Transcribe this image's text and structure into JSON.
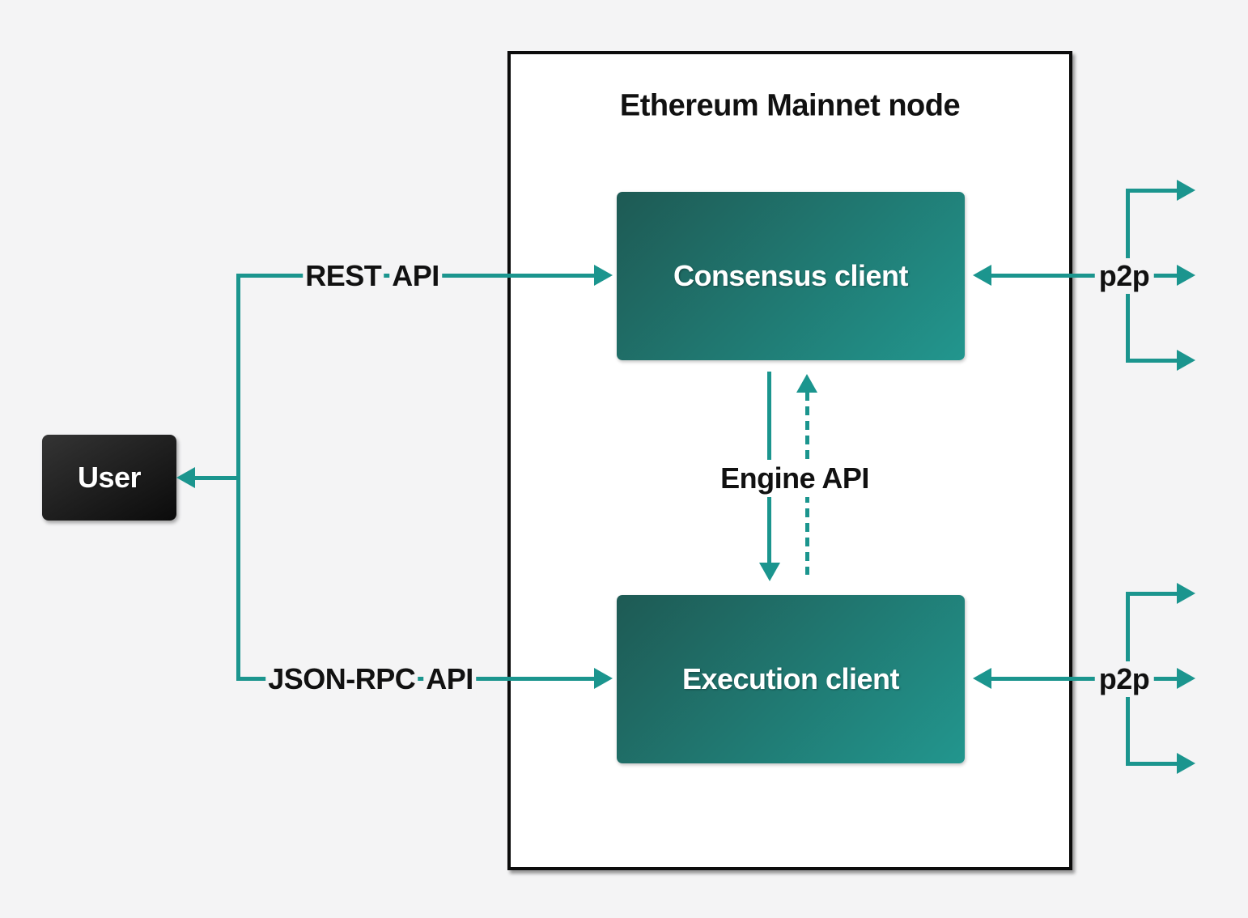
{
  "diagram": {
    "title": "Ethereum Mainnet node",
    "nodes": {
      "user": {
        "label": "User"
      },
      "consensus_client": {
        "label": "Consensus client"
      },
      "execution_client": {
        "label": "Execution client"
      }
    },
    "edge_labels": {
      "rest_api": {
        "label": "REST API",
        "words": [
          "REST",
          "API"
        ]
      },
      "json_rpc_api": {
        "label": "JSON-RPC API",
        "words": [
          "JSON-RPC",
          "API"
        ]
      },
      "engine_api": {
        "label": "Engine API"
      },
      "p2p_top": {
        "label": "p2p"
      },
      "p2p_bottom": {
        "label": "p2p"
      }
    },
    "colors": {
      "background": "#f4f4f5",
      "accent_teal": "#1b958e",
      "node_border": "#0c0c0c",
      "node_fill": "#ffffff",
      "client_gradient_start": "#1e5a54",
      "client_gradient_end": "#22968e",
      "user_gradient_start": "#343434",
      "user_gradient_end": "#0b0b0b",
      "label_text": "#111111",
      "box_label_text": "#ffffff"
    }
  }
}
